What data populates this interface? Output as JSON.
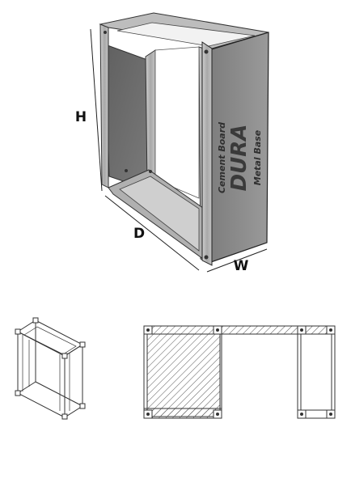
{
  "dimension_labels": {
    "height": "H",
    "depth": "D",
    "width": "W"
  },
  "panel_branding": {
    "line1": "Cement Board",
    "line2": "DURA",
    "line3": "Metal Base"
  },
  "colors": {
    "outline": "#222222",
    "frame_metal": "#b8b8b8",
    "board_face": "#8a8a8a",
    "back_board": "#6f6f6f",
    "hatch": "#555555"
  },
  "icons": {
    "thumbnail": "cabinet-frame-line-icon",
    "plan_view": "frame-plan-view-icon"
  }
}
